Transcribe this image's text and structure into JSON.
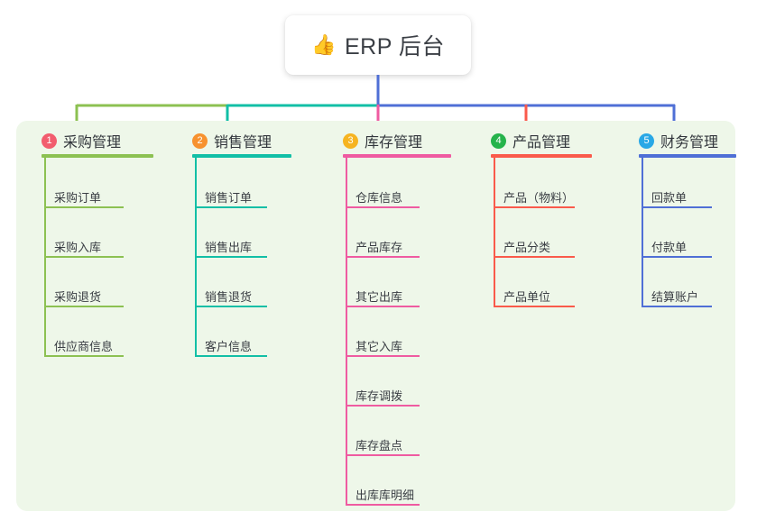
{
  "root": {
    "icon": "thumbs-up-icon",
    "icon_glyph": "👍",
    "title": "ERP 后台"
  },
  "canvas": {
    "background": "#ffffff",
    "panel_background": "#eef7e9"
  },
  "columns": [
    {
      "index": "1",
      "title": "采购管理",
      "color": "#8cc152",
      "badge_color": "#f25d6e",
      "items": [
        "采购订单",
        "采购入库",
        "采购退货",
        "供应商信息"
      ]
    },
    {
      "index": "2",
      "title": "销售管理",
      "color": "#12bfa6",
      "badge_color": "#f7922f",
      "items": [
        "销售订单",
        "销售出库",
        "销售退货",
        "客户信息"
      ]
    },
    {
      "index": "3",
      "title": "库存管理",
      "color": "#ef5ba1",
      "badge_color": "#f6b421",
      "items": [
        "仓库信息",
        "产品库存",
        "其它出库",
        "其它入库",
        "库存调拨",
        "库存盘点",
        "出库库明细"
      ]
    },
    {
      "index": "4",
      "title": "产品管理",
      "color": "#fa5a4b",
      "badge_color": "#25b34b",
      "items": [
        "产品（物料）",
        "产品分类",
        "产品单位"
      ]
    },
    {
      "index": "5",
      "title": "财务管理",
      "color": "#4f6fd6",
      "badge_color": "#29a8e6",
      "items": [
        "回款单",
        "付款单",
        "结算账户"
      ]
    }
  ],
  "connectors": {
    "trunk_color": "#4f6fd6",
    "bus_segments": [
      {
        "color": "#8cc152"
      },
      {
        "color": "#12bfa6"
      },
      {
        "color": "#4f6fd6"
      }
    ]
  }
}
